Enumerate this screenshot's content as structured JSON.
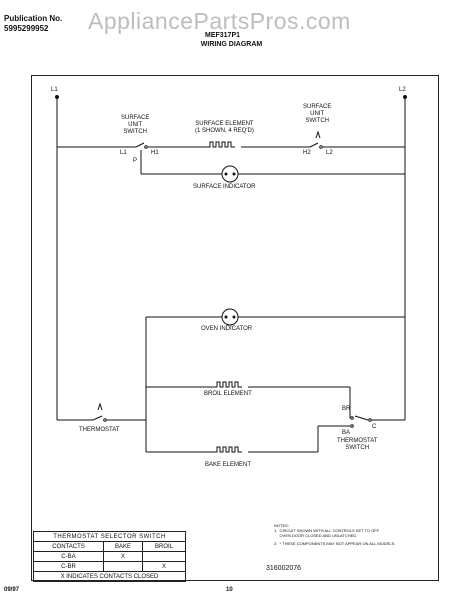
{
  "header": {
    "publication_label": "Publication No.",
    "publication_number": "5995299952",
    "model": "MEF317P1",
    "title": "WIRING DIAGRAM"
  },
  "watermark": "AppliancePartsPros.com",
  "lines": {
    "l1": "L1",
    "l2": "L2"
  },
  "labels": {
    "surface_switch_left": "SURFACE\nUNIT\nSWITCH",
    "surface_element": "SURFACE ELEMENT\n(1 SHOWN, 4 REQ'D)",
    "surface_switch_right": "SURFACE\nUNIT\nSWITCH",
    "l1_term": "L1",
    "h1_term": "H1",
    "p_term": "P",
    "h2_term": "H2",
    "l2_term": "L2",
    "surface_indicator": "SURFACE INDICATOR",
    "oven_indicator": "OVEN INDICATOR",
    "broil_element": "BROIL ELEMENT",
    "bake_element": "BAKE ELEMENT",
    "thermostat": "THERMOSTAT",
    "br": "BR",
    "ba": "BA",
    "c": "C",
    "thermostat_switch": "THERMOSTAT\nSWITCH"
  },
  "table": {
    "caption": "THERMOSTAT SELECTOR SWITCH",
    "headers": [
      "CONTACTS",
      "BAKE",
      "BROIL"
    ],
    "rows": [
      [
        "C-BA",
        "X",
        ""
      ],
      [
        "C-BR",
        "",
        "X"
      ]
    ],
    "footer": "X INDICATES CONTACTS CLOSED"
  },
  "notes": {
    "heading": "NOTES:",
    "note1": "1.  CIRCUIT SHOWN WITH ALL CONTROLS SET TO OFF\n     OVEN DOOR CLOSED AND UNLATCHED.",
    "note2": "2.  * THESE COMPONENTS MAY NOT APPEAR ON ALL MODELS."
  },
  "drawing_code": "316002076",
  "footer": {
    "date": "09/97",
    "page": "10"
  },
  "colors": {
    "ink": "#111111",
    "watermark": "#bdbdbd"
  }
}
